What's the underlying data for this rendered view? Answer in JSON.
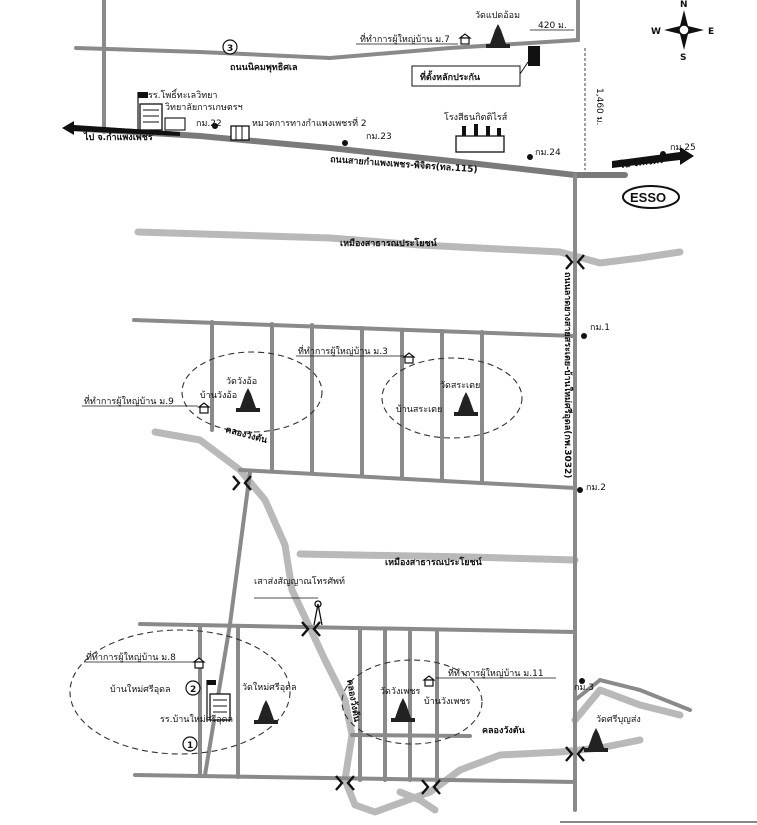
{
  "map": {
    "compass": {
      "n": "N",
      "s": "S",
      "e": "E",
      "w": "W"
    },
    "labels": {
      "roads": {
        "nikhom": "ถนนนิคมพุทธิศเล",
        "highway": "ถนนสายกำแพงเพชร-พิจิตร(ทล.115)",
        "to_kamphaeng": "ไป จ.กำแพงเพชร",
        "to_phichit": "ไป จ.พิจิตร",
        "vertical": "ถนนลาดยางสายสระเตย-บ้านใหม่ศรีอุดล(กพ.3032)",
        "canal_north": "เหมืองสาธารณประโยชน์",
        "canal_mid": "เหมืองสาธารณประโยชน์",
        "khlong_wangtan_1": "คลองวังตัน",
        "khlong_wangtan_2": "คลองวังตัน",
        "khlong_wangtan_3": "คลองวังตัน"
      },
      "places": {
        "school_photi": "รร.โพธิ์ทะเลวิทยา",
        "college": "วิทยาลัยการเกษตรฯ",
        "highway_unit": "หมวดการทางกำแพงเพชรที่ 2",
        "ethanol": "โรงสีธนกิตติไรส์",
        "wat_paet": "วัดแปดอ้อม",
        "office_m7": "ที่ทำการผู้ใหญ่บ้าน ม.7",
        "location_box": "ที่ตั้งหลักประกัน",
        "esso": "ESSO",
        "wat_wangor": "วัดวังอ้อ",
        "ban_wangor": "บ้านวังอ้อ",
        "office_m9": "ที่ทำการผู้ใหญ่บ้าน ม.9",
        "office_m3": "ที่ทำการผู้ใหญ่บ้าน ม.3",
        "wat_sratoei": "วัดสระเตย",
        "ban_sratoei": "บ้านสระเตย",
        "telecom": "เสาส่งสัญญาณโทรศัพท์",
        "office_m8": "ที่ทำการผู้ใหญ่บ้าน ม.8",
        "ban_maisriudon": "บ้านใหม่ศรีอุดล",
        "school_maisriudon": "รร.บ้านใหม่ศรีอุดล",
        "wat_maisriudon": "วัดใหม่ศรีอุดล",
        "wat_wangphet": "วัดวังเพชร",
        "ban_wangphet": "บ้านวังเพชร",
        "office_m11": "ที่ทำการผู้ใหญ่บ้าน ม.11",
        "wat_sriboonsong": "วัดศรีบุญส่ง"
      },
      "km": {
        "km22": "กม.22",
        "km23": "กม.23",
        "km24": "กม.24",
        "km25": "กม.25",
        "km1": "กม.1",
        "km2": "กม.2",
        "km3": "กม.3"
      },
      "distances": {
        "d420": "420 ม.",
        "d1460": "1,460 ม."
      },
      "markers": {
        "m1": "1",
        "m2": "2",
        "m3": "3"
      }
    },
    "colors": {
      "road": "#8a8a8a",
      "canal": "#b9b9b9",
      "ink": "#111111",
      "building": "#222222"
    }
  }
}
